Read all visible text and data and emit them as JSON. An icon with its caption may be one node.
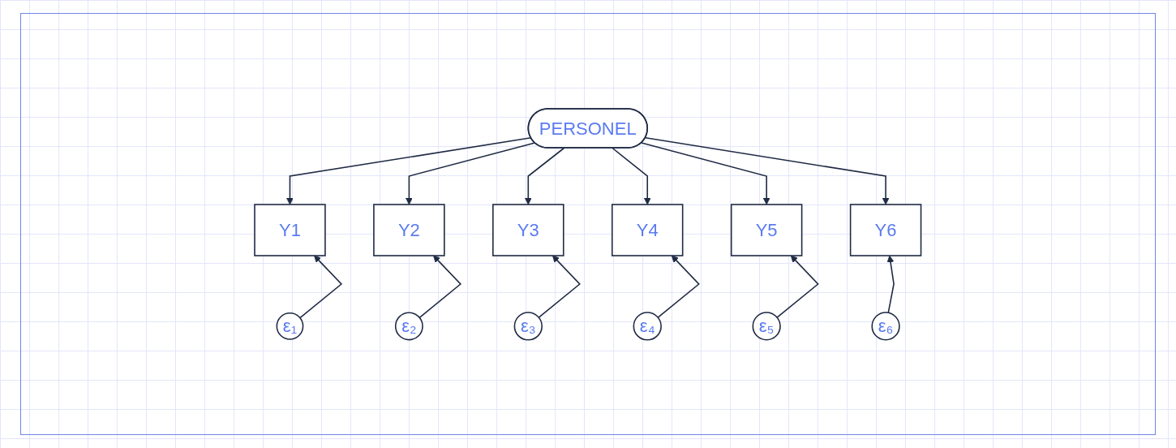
{
  "diagram": {
    "nodes": [
      {
        "text": [
          "PERSONEL"
        ]
      },
      {
        "text": [
          "Y1"
        ]
      },
      {
        "text": [
          "Y2"
        ]
      },
      {
        "text": [
          "Y3"
        ]
      },
      {
        "text": [
          "Y4"
        ]
      },
      {
        "text": [
          "Y5"
        ]
      },
      {
        "text": [
          "Y6"
        ]
      },
      {
        "text": [
          "ε₁"
        ]
      },
      {
        "text": [
          "ε₂"
        ]
      },
      {
        "text": [
          "ε₃"
        ]
      },
      {
        "text": [
          "ε₄"
        ]
      },
      {
        "text": [
          "ε₅"
        ]
      },
      {
        "text": [
          "ε₆"
        ]
      }
    ],
    "edges": [
      {
        "from": 0,
        "to": 1,
        "arrow": "to"
      },
      {
        "from": 0,
        "to": 2,
        "arrow": "to"
      },
      {
        "from": 0,
        "to": 3,
        "arrow": "to"
      },
      {
        "from": 0,
        "to": 4,
        "arrow": "to"
      },
      {
        "from": 0,
        "to": 5,
        "arrow": "to"
      },
      {
        "from": 0,
        "to": 6,
        "arrow": "to"
      },
      {
        "from": 7,
        "to": 1,
        "arrow": "to"
      },
      {
        "from": 8,
        "to": 2,
        "arrow": "to"
      },
      {
        "from": 9,
        "to": 3,
        "arrow": "to"
      },
      {
        "from": 10,
        "to": 4,
        "arrow": "to"
      },
      {
        "from": 11,
        "to": 5,
        "arrow": "to"
      },
      {
        "from": 12,
        "to": 6,
        "arrow": "to"
      }
    ]
  }
}
